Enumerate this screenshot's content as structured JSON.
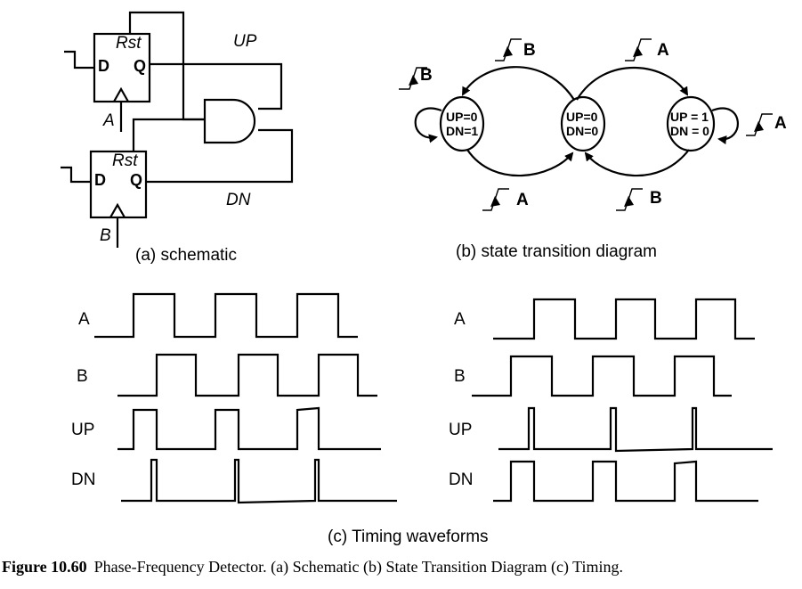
{
  "schematic": {
    "flipflop_top": {
      "rst": "Rst",
      "d": "D",
      "q": "Q",
      "clock_input": "A"
    },
    "flipflop_bottom": {
      "rst": "Rst",
      "d": "D",
      "q": "Q",
      "clock_input": "B"
    },
    "output_up": "UP",
    "output_dn": "DN",
    "caption": "(a) schematic"
  },
  "state_diagram": {
    "states": [
      {
        "line1": "UP=0",
        "line2": "DN=1"
      },
      {
        "line1": "UP=0",
        "line2": "DN=0"
      },
      {
        "line1": "UP = 1",
        "line2": "DN = 0"
      }
    ],
    "events": {
      "self_left": "B",
      "top_left": "B",
      "top_right": "A",
      "self_right": "A",
      "bottom_left": "A",
      "bottom_right": "B"
    },
    "caption": "(b) state transition diagram"
  },
  "timing": {
    "left": {
      "signals": [
        "A",
        "B",
        "UP",
        "DN"
      ]
    },
    "right": {
      "signals": [
        "A",
        "B",
        "UP",
        "DN"
      ]
    },
    "caption": "(c) Timing waveforms"
  },
  "figure_caption": {
    "number": "Figure 10.60",
    "text": "Phase-Frequency Detector. (a) Schematic (b) State Transition Diagram (c) Timing."
  }
}
